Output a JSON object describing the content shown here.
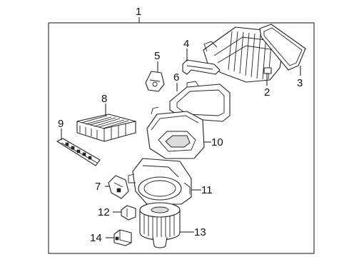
{
  "callouts": {
    "c1": "1",
    "c2": "2",
    "c3": "3",
    "c4": "4",
    "c5": "5",
    "c6": "6",
    "c7": "7",
    "c8": "8",
    "c9": "9",
    "c10": "10",
    "c11": "11",
    "c12": "12",
    "c13": "13",
    "c14": "14"
  },
  "icons": {
    "frame": "assembly-frame",
    "p2": "temperature-door-actuator-housing",
    "p3": "gasket-seal",
    "p4": "bracket",
    "p5": "actuator-mount",
    "p6": "case-frame",
    "p7": "resistor-connector",
    "p8": "cabin-air-filter",
    "p9": "filter-cover-strip",
    "p10": "upper-blower-case",
    "p11": "lower-blower-case",
    "p12": "clip-connector",
    "p13": "blower-motor-fan",
    "p14": "motor-connector"
  }
}
